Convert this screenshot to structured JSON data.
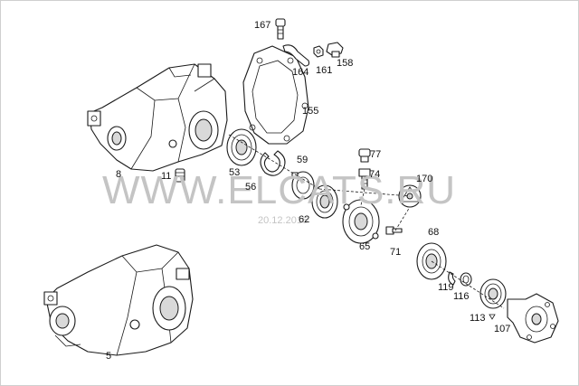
{
  "labels": {
    "l5": "5",
    "l8": "8",
    "l11": "11",
    "l53": "53",
    "l56": "56",
    "l59": "59",
    "l62": "62",
    "l65": "65",
    "l68": "68",
    "l71": "71",
    "l74": "74",
    "l77": "77",
    "l107": "107",
    "l113": "113",
    "l116": "116",
    "l119": "119",
    "l155": "155",
    "l158": "158",
    "l161": "161",
    "l164": "164",
    "l167": "167",
    "l170": "170"
  },
  "watermark": {
    "text": "WWW.ELCATS.RU",
    "date": "20.12.2016"
  }
}
